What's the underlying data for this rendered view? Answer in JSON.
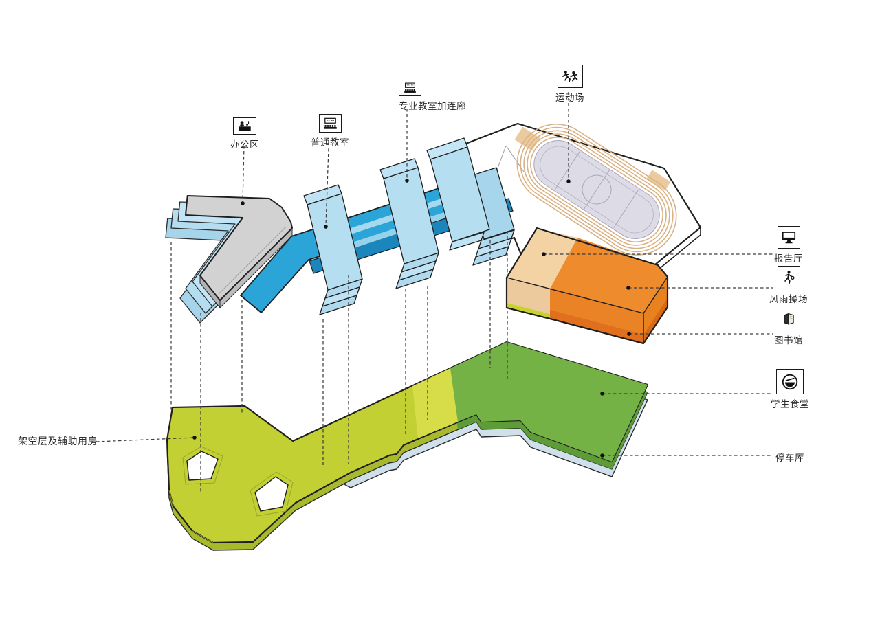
{
  "diagram": {
    "type": "exploded-axonometric-campus-diagram",
    "callouts": {
      "office": {
        "label": "办公区",
        "icon": "lectern-speaker-icon"
      },
      "regular_classroom": {
        "label": "普通教室",
        "icon": "classroom-desks-icon"
      },
      "special_classroom": {
        "label": "专业教室加连廊",
        "icon": "classroom-desks-icon"
      },
      "sports_field": {
        "label": "运动场",
        "icon": "two-runners-icon"
      },
      "lecture_hall": {
        "label": "报告厅",
        "icon": "presentation-screen-icon"
      },
      "indoor_gym": {
        "label": "风雨操场",
        "icon": "basketball-player-icon"
      },
      "library": {
        "label": "图书馆",
        "icon": "open-book-icon"
      },
      "canteen": {
        "label": "学生食堂",
        "icon": "rice-bowl-icon"
      },
      "parking": {
        "label": "停车库"
      },
      "stilt_level": {
        "label": "架空层及辅助用房"
      }
    },
    "colors": {
      "outline": "#1f1f1f",
      "roof_gray": "#d2d2d2",
      "floor_blue": "#b5ddf0",
      "corridor_blue": "#2ba4d8",
      "corridor_shadow": "#1b86bb",
      "walkway_light": "#a5d9ef",
      "block_blue": "#b5def1",
      "plate_yellow": "#c3d034",
      "plate_yellow_bright": "#d7dd49",
      "plate_yellow_side": "#a9b92c",
      "canteen_green": "#74b246",
      "canteen_green_side": "#5e9c38",
      "parking_gray": "#cfe0ea",
      "gym_orange": "#ee8b2d",
      "hall_tan": "#f3d2a4",
      "library_orange": "#e06f1e",
      "track_tan": "#d9b183",
      "field_lavender": "#dcdbe6"
    }
  }
}
